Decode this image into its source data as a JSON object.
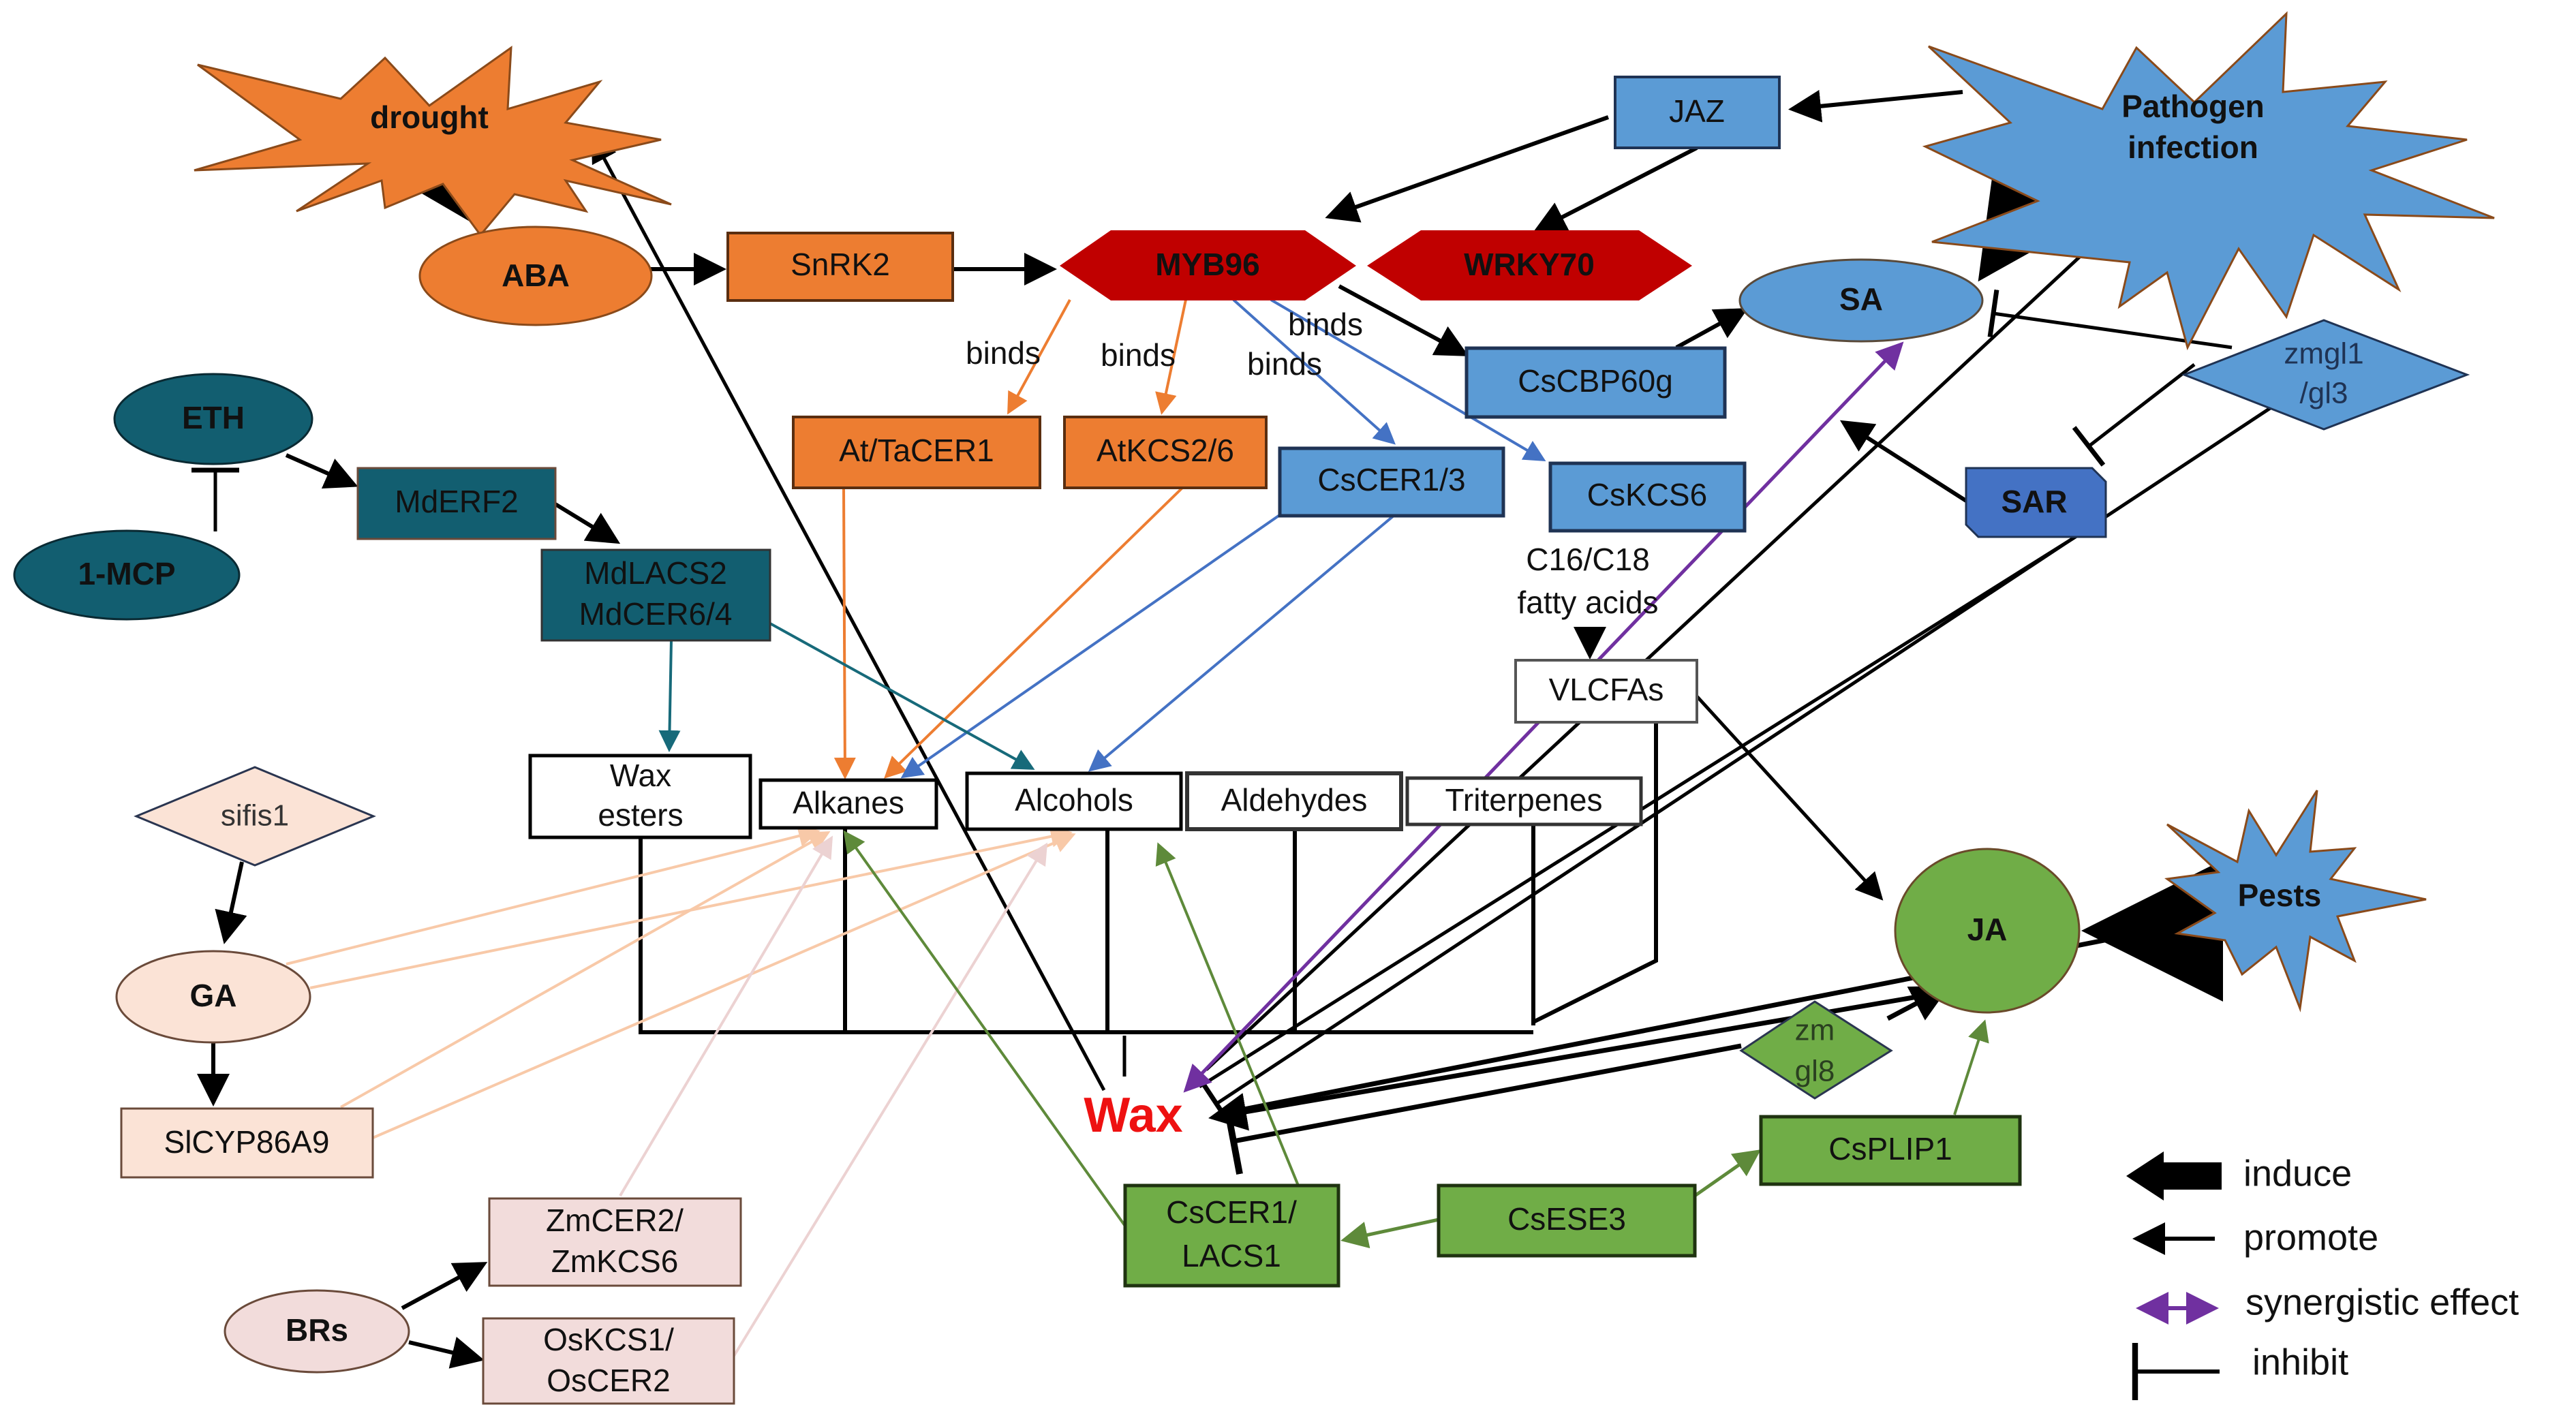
{
  "colors": {
    "orange": "#ed7d31",
    "blue": "#5b9bd5",
    "dark_blue": "#4472c4",
    "red": "#c00000",
    "teal": "#125e70",
    "peach": "#fbe3d6",
    "pink": "#f2dcdb",
    "green": "#70ad47",
    "purple": "#7030a0",
    "wax_red": "#ee1111"
  },
  "stimuli": {
    "drought": "drought",
    "pathogen": [
      "Pathogen",
      "infection"
    ],
    "pests": "Pests"
  },
  "hormones": {
    "aba": "ABA",
    "sa": "SA",
    "eth": "ETH",
    "mcp": "1-MCP",
    "ga": "GA",
    "brs": "BRs",
    "ja": "JA",
    "sar": "SAR"
  },
  "genes": {
    "snrk2": "SnRK2",
    "myb96": "MYB96",
    "wrky70": "WRKY70",
    "jaz": "JAZ",
    "cscbp60g": "CsCBP60g",
    "at_tacer1": "At/TaCER1",
    "atkcs26": "AtKCS2/6",
    "cscer13": "CsCER1/3",
    "cskcs6": "CsKCS6",
    "mderf2": "MdERF2",
    "mdlacs2": [
      "MdLACS2",
      "MdCER6/4"
    ],
    "zmgl13": [
      "zmgl1",
      "/gl3"
    ],
    "sifis1": "sifis1",
    "slcyp86a9": "SlCYP86A9",
    "zmcer2": [
      "ZmCER2/",
      "ZmKCS6"
    ],
    "oskcs1": [
      "OsKCS1/",
      "OsCER2"
    ],
    "cscer1_lacs1": [
      "CsCER1/",
      "LACS1"
    ],
    "csese3": "CsESE3",
    "csplip1": "CsPLIP1",
    "zmgl8": [
      "zm",
      "gl8"
    ]
  },
  "edge_labels": {
    "binds": "binds",
    "fatty_acids": [
      "C16/C18",
      "fatty acids"
    ]
  },
  "components": {
    "wax_esters": [
      "Wax",
      "esters"
    ],
    "alkanes": "Alkanes",
    "alcohols": "Alcohols",
    "aldehydes": "Aldehydes",
    "triterpenes": "Triterpenes",
    "vlcfas": "VLCFAs"
  },
  "wax": "Wax",
  "legend": {
    "items": [
      {
        "label": "induce"
      },
      {
        "label": "promote"
      },
      {
        "label": "synergistic effect"
      },
      {
        "label": "inhibit"
      }
    ]
  }
}
